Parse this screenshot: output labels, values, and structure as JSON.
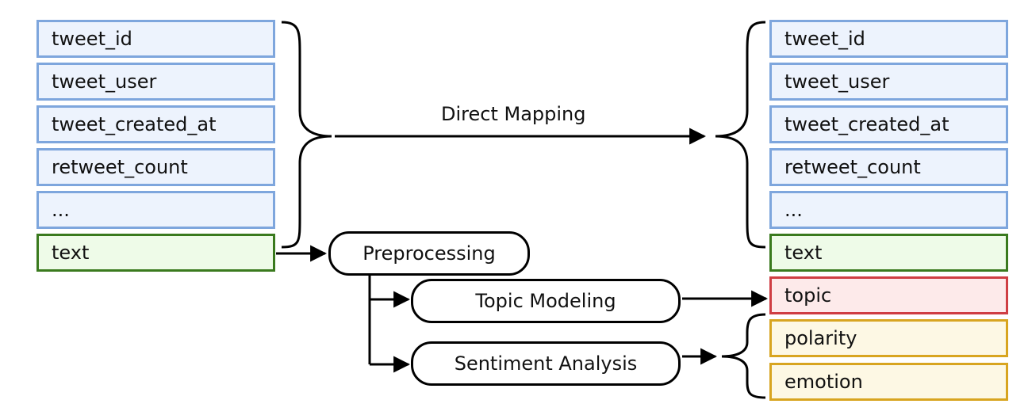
{
  "source_fields": [
    "tweet_id",
    "tweet_user",
    "tweet_created_at",
    "retweet_count",
    "...",
    "text"
  ],
  "target_fields": [
    "tweet_id",
    "tweet_user",
    "tweet_created_at",
    "retweet_count",
    "...",
    "text"
  ],
  "edge_label": "Direct Mapping",
  "processes": {
    "preprocessing": "Preprocessing",
    "topic_modeling": "Topic Modeling",
    "sentiment_analysis": "Sentiment Analysis"
  },
  "derived_fields": {
    "topic": "topic",
    "polarity": "polarity",
    "emotion": "emotion"
  },
  "colors": {
    "metadata_border": "#7ea6dd",
    "metadata_fill": "#edf3fd",
    "text_border": "#3a7a1e",
    "text_fill": "#eefbe8",
    "topic_border": "#cf3e43",
    "topic_fill": "#fdeaea",
    "sentiment_border": "#d8a520",
    "sentiment_fill": "#fdf8e4"
  }
}
